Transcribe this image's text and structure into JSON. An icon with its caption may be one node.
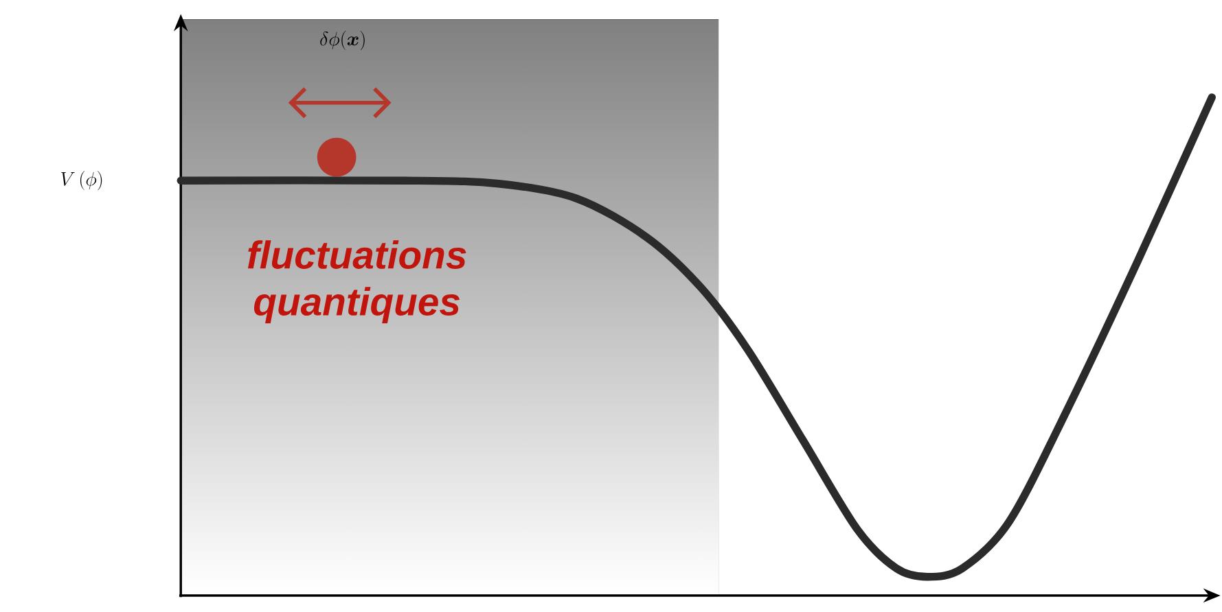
{
  "diagram": {
    "labels": [
      "\\delta\\phi(\\boldsymbol{x})",
      "V\\left(\\phi\\right)",
      "fluctuations quantiques"
    ]
  }
}
